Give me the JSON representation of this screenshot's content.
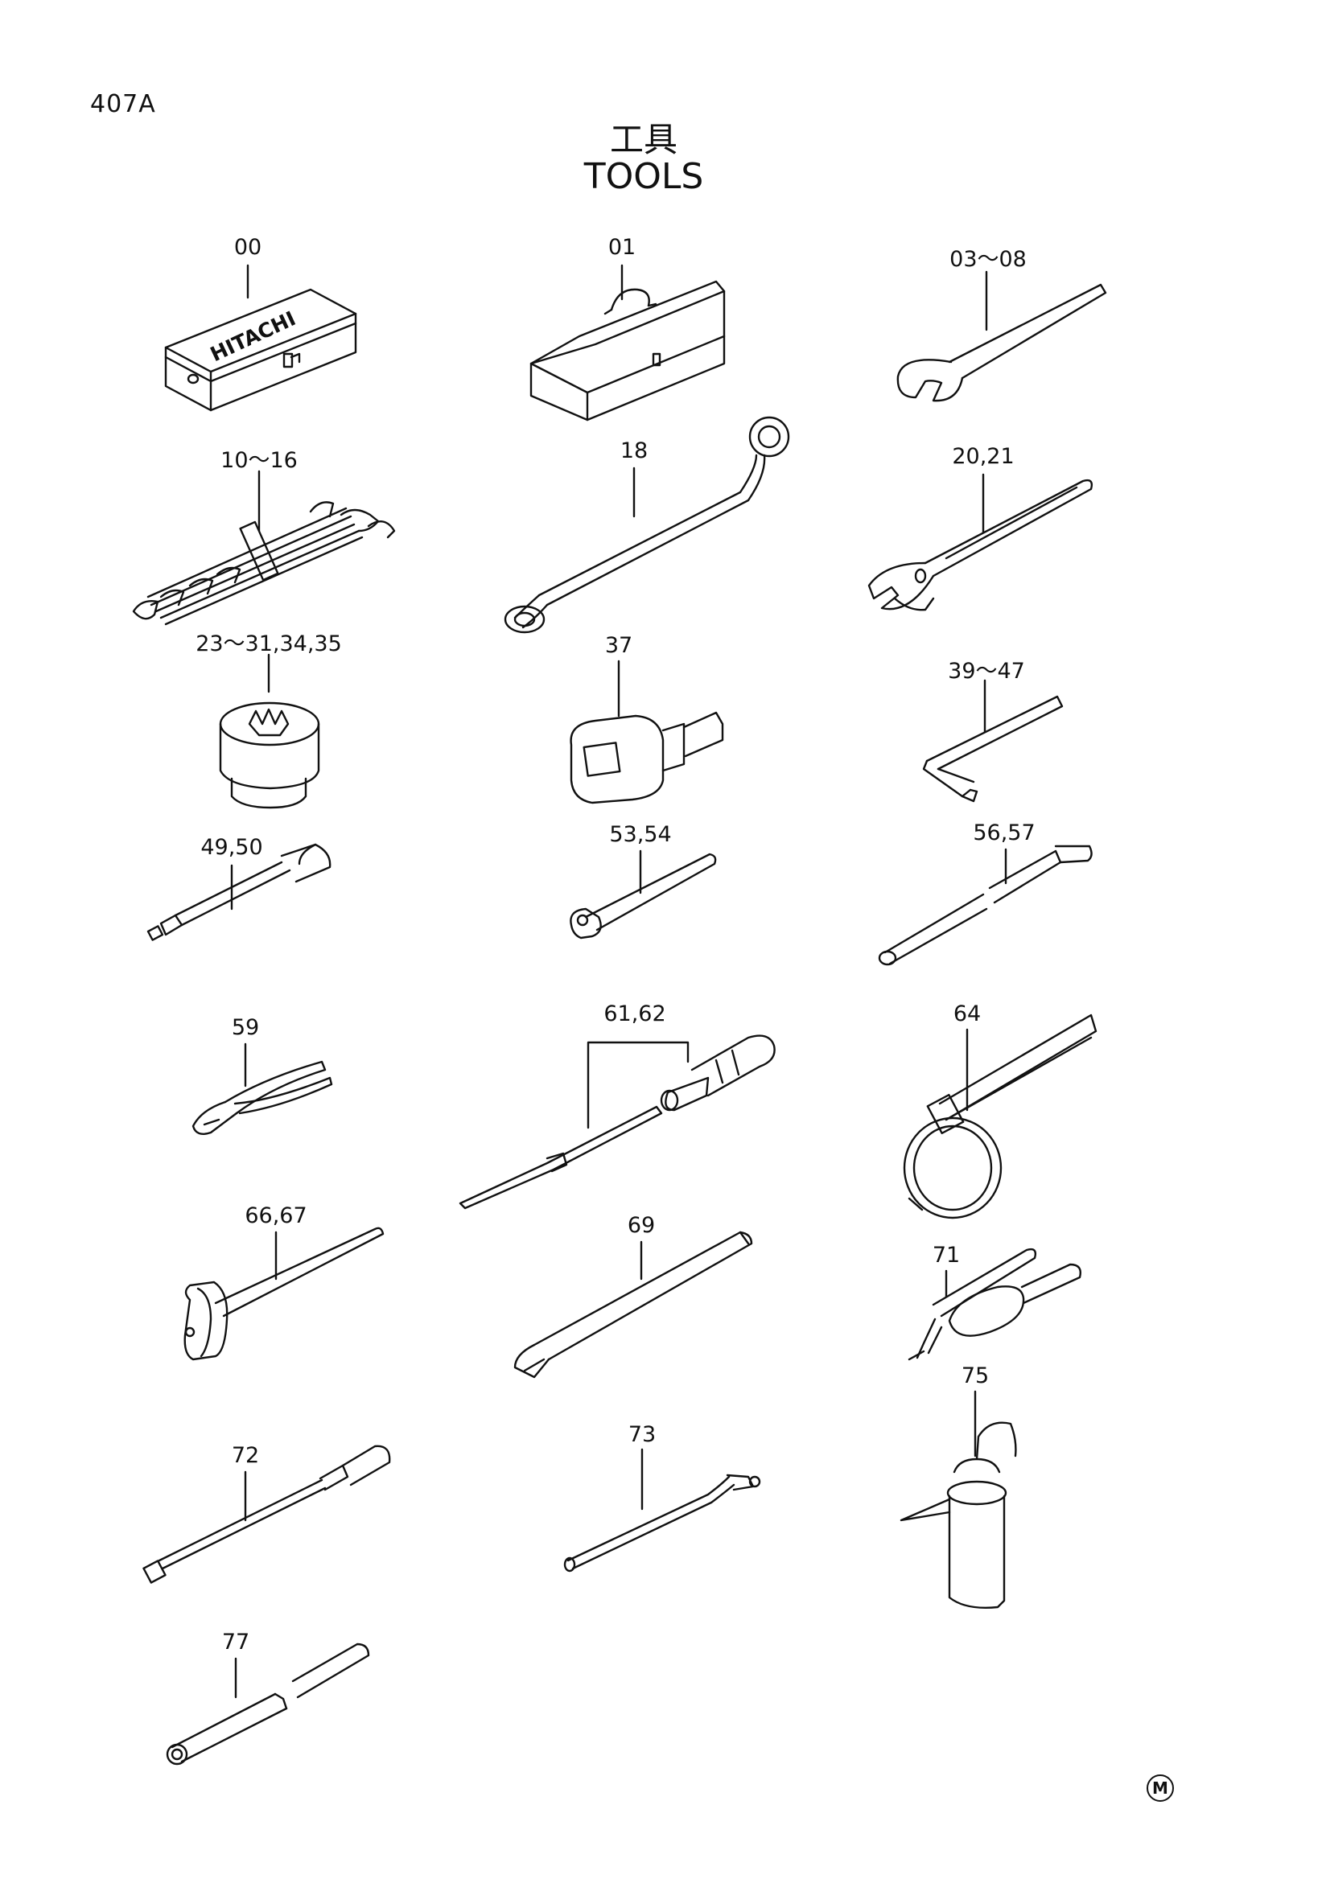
{
  "page_code": "407A",
  "title_jp": "工具",
  "title_en": "TOOLS",
  "mfg_mark": "M",
  "toolbox_logo": "HITACHI",
  "labels": {
    "p00": "00",
    "p01": "01",
    "p03_08": "03～08",
    "p10_16": "10～16",
    "p18": "18",
    "p20_21": "20,21",
    "p23_35": "23～31,34,35",
    "p37": "37",
    "p39_47": "39～47",
    "p49_50": "49,50",
    "p53_54": "53,54",
    "p56_57": "56,57",
    "p59": "59",
    "p61_62": "61,62",
    "p64": "64",
    "p66_67": "66,67",
    "p69": "69",
    "p71": "71",
    "p72": "72",
    "p73": "73",
    "p75": "75",
    "p77": "77"
  }
}
